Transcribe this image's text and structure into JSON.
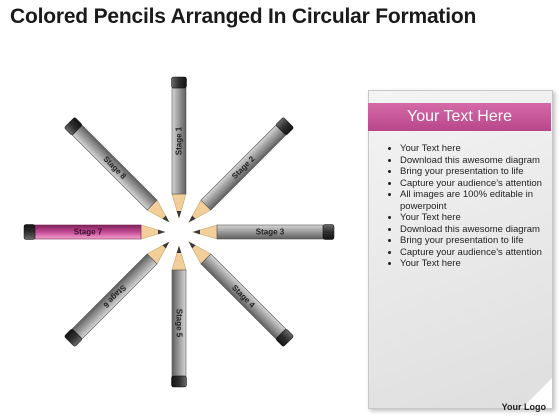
{
  "title": "Colored Pencils Arranged In Circular Formation",
  "stages": [
    {
      "label": "Stage 1",
      "color": "#8a8a8a",
      "highlight": false
    },
    {
      "label": "Stage 2",
      "color": "#8a8a8a",
      "highlight": false
    },
    {
      "label": "Stage 3",
      "color": "#8a8a8a",
      "highlight": false
    },
    {
      "label": "Stage 4",
      "color": "#8a8a8a",
      "highlight": false
    },
    {
      "label": "Stage 5",
      "color": "#8a8a8a",
      "highlight": false
    },
    {
      "label": "Stage 6",
      "color": "#8a8a8a",
      "highlight": false
    },
    {
      "label": "Stage 7",
      "color": "#c44a94",
      "highlight": true
    },
    {
      "label": "Stage 8",
      "color": "#8a8a8a",
      "highlight": false
    }
  ],
  "panel": {
    "header": "Your Text Here",
    "bullets": [
      "Your Text here",
      "Download this awesome diagram",
      "Bring your presentation to life",
      "Capture your audience’s attention",
      "All images are 100% editable in powerpoint",
      "Your Text here",
      "Download this awesome diagram",
      "Bring your presentation to life",
      "Capture your audience’s attention",
      "Your Text here"
    ]
  },
  "logo": "Your Logo",
  "colors": {
    "accent": "#c44a94",
    "pencil_gray": "#8a8a8a",
    "wood": "#f2cf9a",
    "eraser_cap": "#3a3a3a"
  }
}
